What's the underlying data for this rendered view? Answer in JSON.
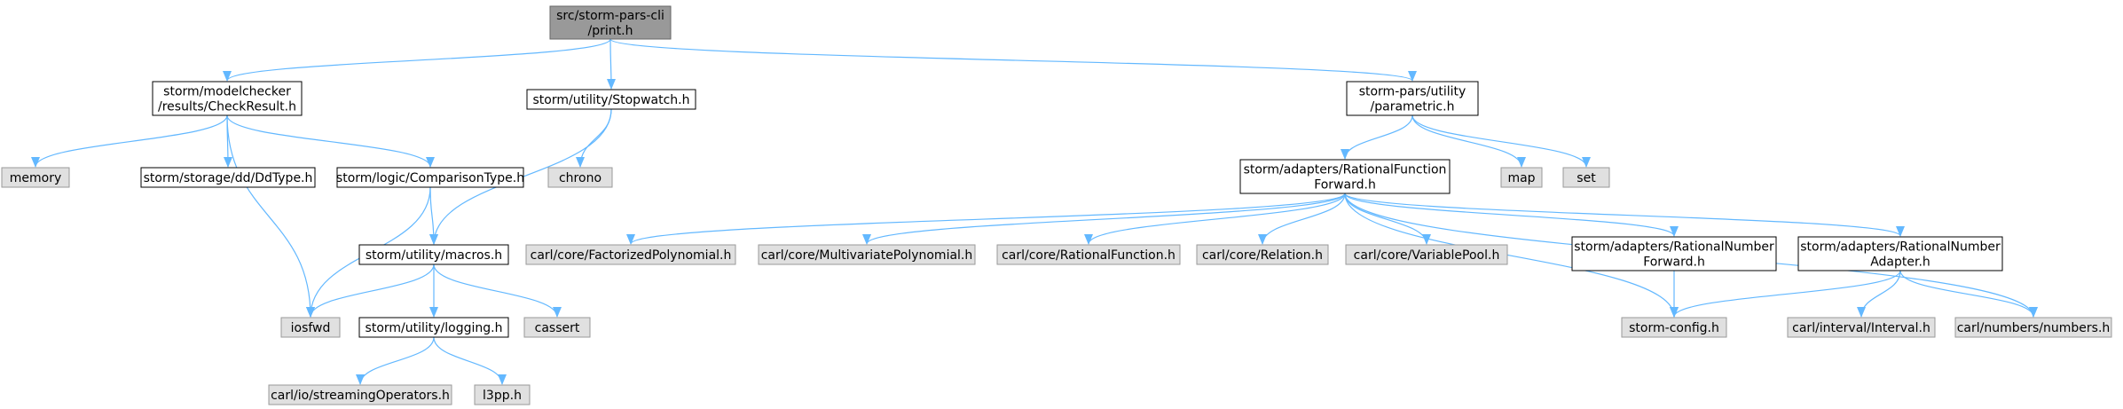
{
  "colors": {
    "edge": "#63b8ff",
    "node_border": "#000000",
    "node_fill": "#ffffff",
    "root_fill": "#999999",
    "root_border": "#666666",
    "external_fill": "#e0e0e0",
    "external_border": "#999999"
  },
  "nodes": [
    {
      "id": "root",
      "style": "root",
      "lines": [
        "src/storm-pars-cli",
        "/print.h"
      ]
    },
    {
      "id": "checkresult",
      "style": "normal",
      "lines": [
        "storm/modelchecker",
        "/results/CheckResult.h"
      ]
    },
    {
      "id": "stopwatch",
      "style": "normal",
      "lines": [
        "storm/utility/Stopwatch.h"
      ]
    },
    {
      "id": "parametric",
      "style": "normal",
      "lines": [
        "storm-pars/utility",
        "/parametric.h"
      ]
    },
    {
      "id": "memory",
      "style": "external",
      "lines": [
        "memory"
      ]
    },
    {
      "id": "ddtype",
      "style": "normal",
      "lines": [
        "storm/storage/dd/DdType.h"
      ]
    },
    {
      "id": "comparison",
      "style": "normal",
      "lines": [
        "storm/logic/ComparisonType.h"
      ]
    },
    {
      "id": "chrono",
      "style": "external",
      "lines": [
        "chrono"
      ]
    },
    {
      "id": "rff",
      "style": "normal",
      "lines": [
        "storm/adapters/RationalFunction",
        "Forward.h"
      ]
    },
    {
      "id": "map",
      "style": "external",
      "lines": [
        "map"
      ]
    },
    {
      "id": "set",
      "style": "external",
      "lines": [
        "set"
      ]
    },
    {
      "id": "factpoly",
      "style": "external",
      "lines": [
        "carl/core/FactorizedPolynomial.h"
      ]
    },
    {
      "id": "multipoly",
      "style": "external",
      "lines": [
        "carl/core/MultivariatePolynomial.h"
      ]
    },
    {
      "id": "ratfunc",
      "style": "external",
      "lines": [
        "carl/core/RationalFunction.h"
      ]
    },
    {
      "id": "relation",
      "style": "external",
      "lines": [
        "carl/core/Relation.h"
      ]
    },
    {
      "id": "varpool",
      "style": "external",
      "lines": [
        "carl/core/VariablePool.h"
      ]
    },
    {
      "id": "rnf",
      "style": "normal",
      "lines": [
        "storm/adapters/RationalNumber",
        "Forward.h"
      ]
    },
    {
      "id": "rna",
      "style": "normal",
      "lines": [
        "storm/adapters/RationalNumber",
        "Adapter.h"
      ]
    },
    {
      "id": "macros",
      "style": "normal",
      "lines": [
        "storm/utility/macros.h"
      ]
    },
    {
      "id": "iosfwd",
      "style": "external",
      "lines": [
        "iosfwd"
      ]
    },
    {
      "id": "logging",
      "style": "normal",
      "lines": [
        "storm/utility/logging.h"
      ]
    },
    {
      "id": "cassert",
      "style": "external",
      "lines": [
        "cassert"
      ]
    },
    {
      "id": "stormconfig",
      "style": "external",
      "lines": [
        "storm-config.h"
      ]
    },
    {
      "id": "interval",
      "style": "external",
      "lines": [
        "carl/interval/Interval.h"
      ]
    },
    {
      "id": "numbers",
      "style": "external",
      "lines": [
        "carl/numbers/numbers.h"
      ]
    },
    {
      "id": "streamops",
      "style": "external",
      "lines": [
        "carl/io/streamingOperators.h"
      ]
    },
    {
      "id": "l3pp",
      "style": "external",
      "lines": [
        "l3pp.h"
      ]
    }
  ],
  "edges": [
    [
      "root",
      "checkresult"
    ],
    [
      "root",
      "stopwatch"
    ],
    [
      "root",
      "parametric"
    ],
    [
      "checkresult",
      "memory"
    ],
    [
      "checkresult",
      "ddtype"
    ],
    [
      "checkresult",
      "comparison"
    ],
    [
      "checkresult",
      "iosfwd"
    ],
    [
      "comparison",
      "macros"
    ],
    [
      "comparison",
      "iosfwd"
    ],
    [
      "stopwatch",
      "chrono"
    ],
    [
      "stopwatch",
      "macros"
    ],
    [
      "macros",
      "iosfwd"
    ],
    [
      "macros",
      "logging"
    ],
    [
      "macros",
      "cassert"
    ],
    [
      "logging",
      "streamops"
    ],
    [
      "logging",
      "l3pp"
    ],
    [
      "parametric",
      "rff"
    ],
    [
      "parametric",
      "map"
    ],
    [
      "parametric",
      "set"
    ],
    [
      "rff",
      "factpoly"
    ],
    [
      "rff",
      "multipoly"
    ],
    [
      "rff",
      "ratfunc"
    ],
    [
      "rff",
      "relation"
    ],
    [
      "rff",
      "varpool"
    ],
    [
      "rff",
      "stormconfig"
    ],
    [
      "rff",
      "rnf"
    ],
    [
      "rff",
      "rna"
    ],
    [
      "rff",
      "numbers"
    ],
    [
      "rnf",
      "stormconfig"
    ],
    [
      "rna",
      "stormconfig"
    ],
    [
      "rna",
      "interval"
    ],
    [
      "rna",
      "numbers"
    ]
  ]
}
